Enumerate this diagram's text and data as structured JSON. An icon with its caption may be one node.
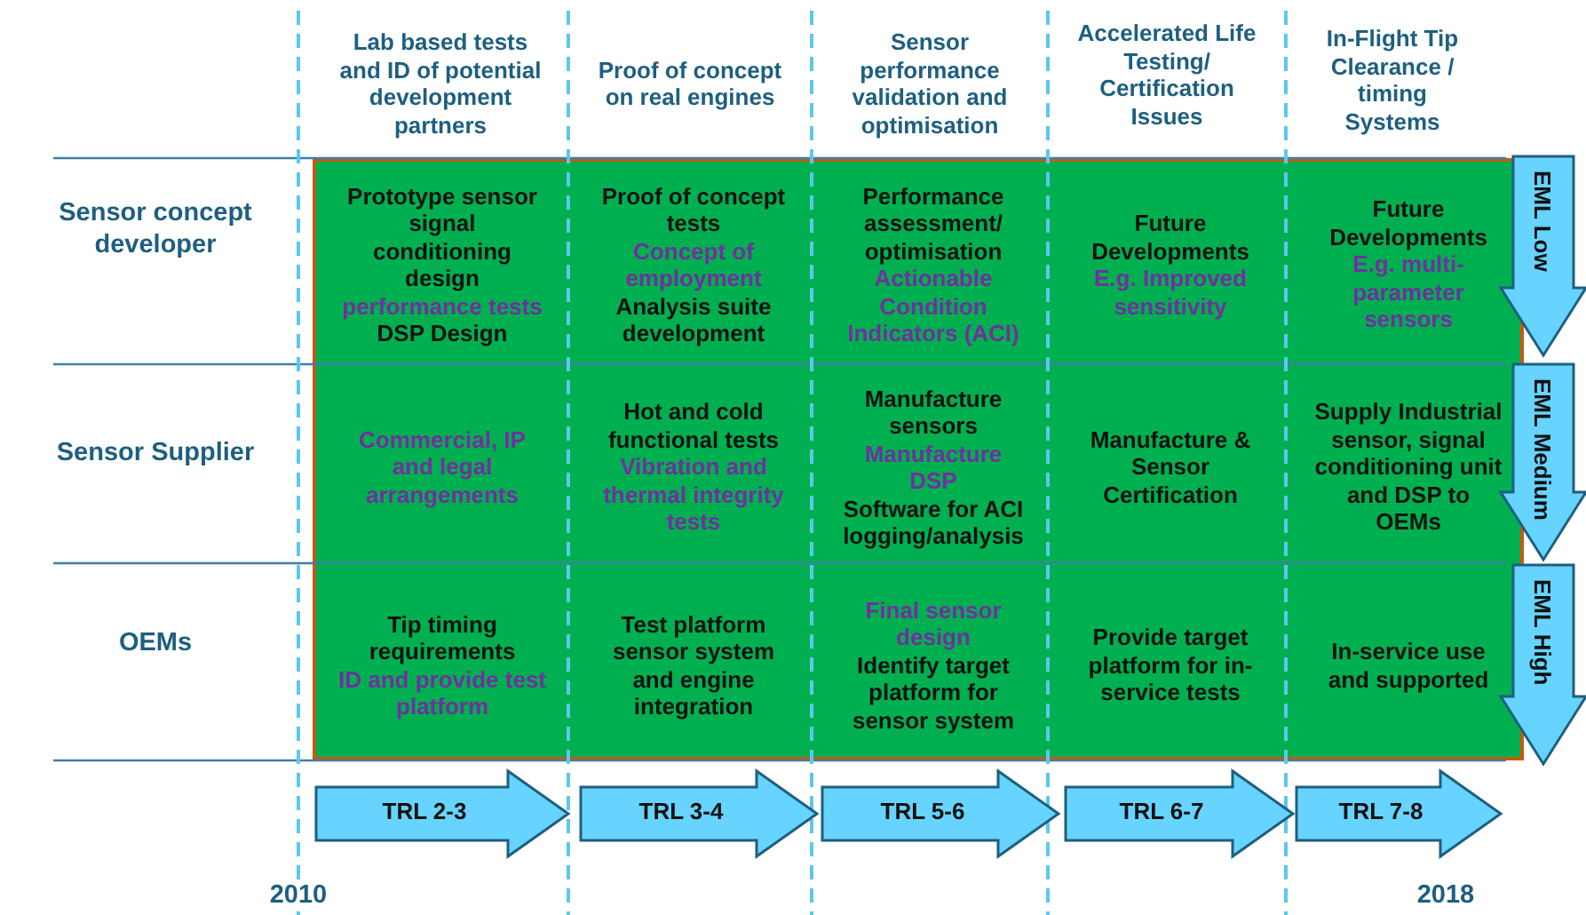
{
  "diagram": {
    "nodes": [
      {
        "text": [],
        "shape": "box"
      },
      {
        "text": [
          "Prototype sensor signal conditioning design",
          "performance tests",
          "DSP Design"
        ],
        "in": 0
      },
      {
        "text": [
          "Proof of concept tests",
          "Concept of employment",
          "Analysis suite development"
        ],
        "in": 0
      },
      {
        "text": [
          "Performance assessment/ optimisation",
          "Actionable Condition Indicators (ACI)"
        ],
        "in": 0
      },
      {
        "text": [
          "Future Developments",
          "E.g. Improved sensitivity"
        ],
        "in": 0
      },
      {
        "text": [
          "Future Developments",
          "E.g. multi-parameter sensors"
        ],
        "in": 0
      },
      {
        "text": [
          "Commercial, IP and legal arrangements"
        ],
        "in": 0
      },
      {
        "text": [
          "Hot and cold functional tests",
          "Vibration and thermal integrity tests"
        ],
        "in": 0
      },
      {
        "text": [
          "Manufacture sensors",
          "Manufacture DSP",
          "Software for ACI logging/analysis"
        ],
        "in": 0
      },
      {
        "text": [
          "Manufacture & Sensor Certification"
        ],
        "in": 0
      },
      {
        "text": [
          "Supply Industrial sensor, signal conditioning unit and DSP to OEMs"
        ],
        "in": 0
      },
      {
        "text": [
          "Tip timing requirements",
          "ID and provide test platform"
        ],
        "in": 0
      },
      {
        "text": [
          "Test platform sensor system and engine integration"
        ],
        "in": 0
      },
      {
        "text": [
          "Final sensor design",
          "Identify target platform for sensor system"
        ],
        "in": 0
      },
      {
        "text": [
          "Provide target platform for in-service tests"
        ],
        "in": 0
      },
      {
        "text": [
          "In-service use and supported"
        ],
        "in": 0
      },
      {
        "text": [
          "EML Low"
        ]
      },
      {
        "text": [
          "EML Medium"
        ]
      },
      {
        "text": [
          "EML High"
        ]
      },
      {
        "text": [
          "TRL 2-3"
        ]
      },
      {
        "text": [
          "TRL 3-4"
        ]
      },
      {
        "text": [
          "TRL 5-6"
        ]
      },
      {
        "text": [
          "TRL 6-7"
        ]
      },
      {
        "text": [
          "TRL 7-8"
        ]
      }
    ],
    "labels": [
      "Lab based tests and ID of potential development partners",
      "Proof of concept on real engines",
      "Sensor performance validation and optimisation",
      "Accelerated Life Testing/ Certification Issues",
      "In-Flight Tip Clearance / timing Systems",
      "Sensor concept developer",
      "Sensor Supplier",
      "OEMs",
      "2010",
      "2018"
    ]
  }
}
